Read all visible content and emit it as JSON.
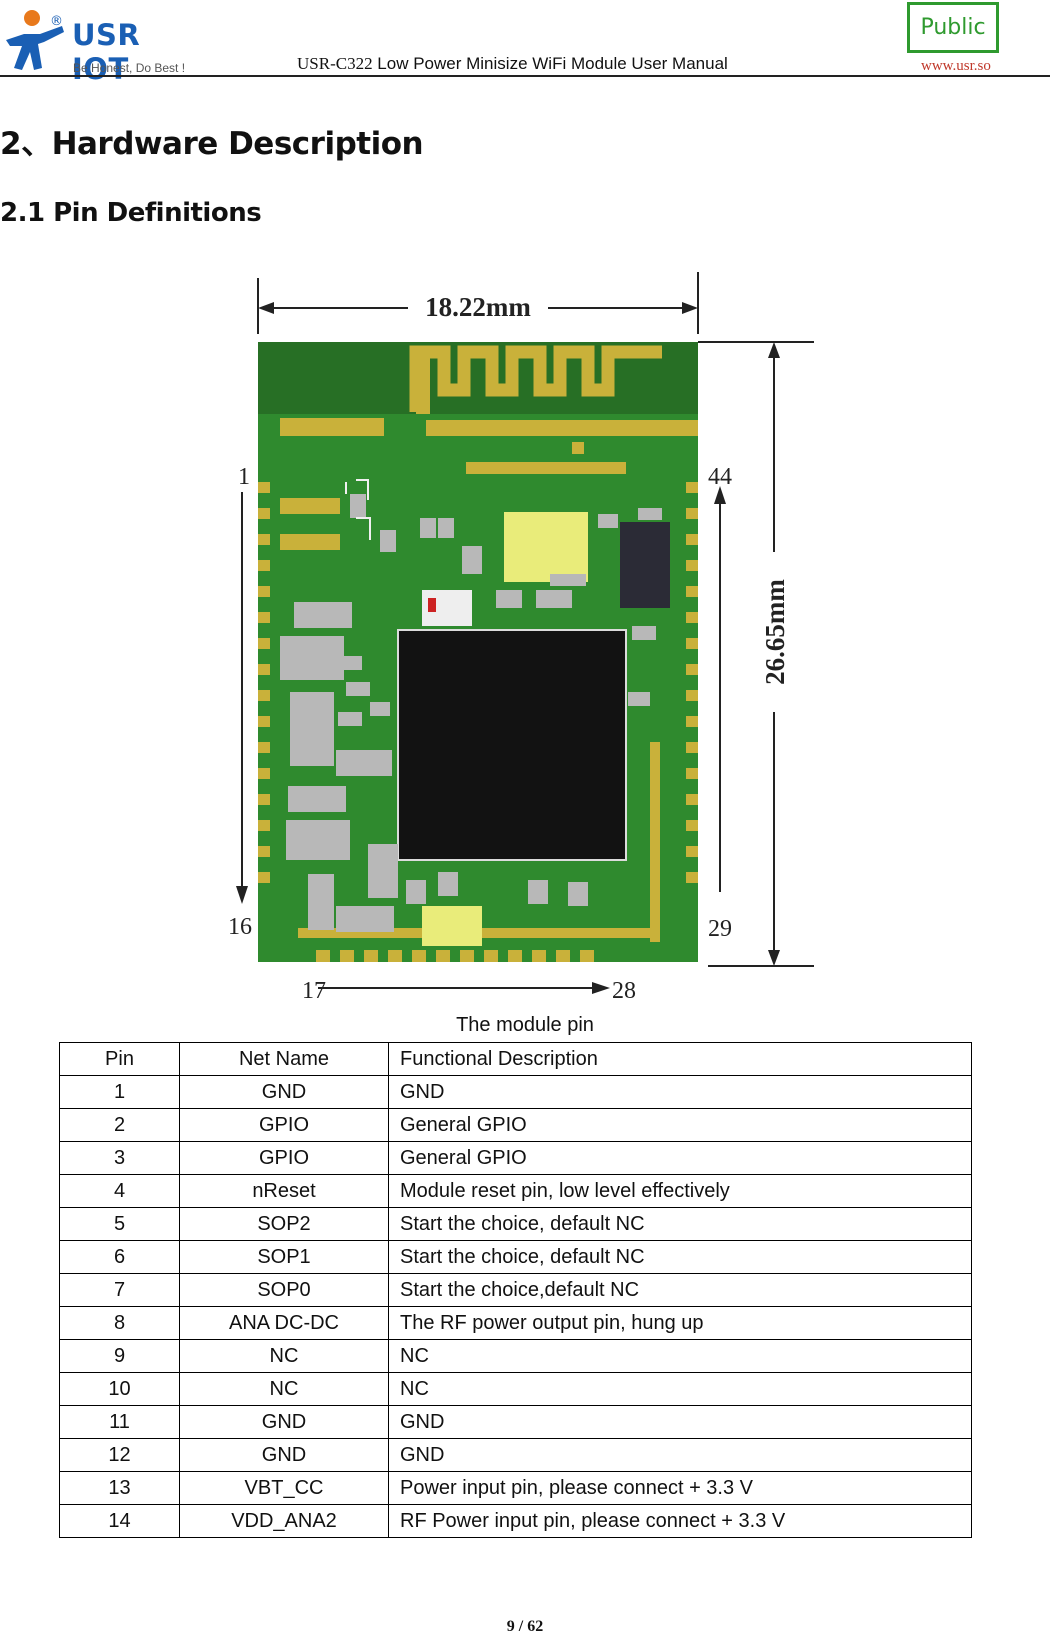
{
  "header": {
    "brand": "USR IOT",
    "registered": "®",
    "slogan": "Be Honest, Do Best !",
    "title_model": "USR-C322",
    "title_rest": " Low Power Minisize WiFi Module User Manual",
    "badge": "Public",
    "website": "www.usr.so"
  },
  "section": {
    "title": "2、Hardware Description"
  },
  "subsection": {
    "title": "2.1 Pin Definitions"
  },
  "figure": {
    "width_label": "18.22mm",
    "height_label": "26.65mm",
    "pin_labels": {
      "p1": "1",
      "p16": "16",
      "p17": "17",
      "p28": "28",
      "p29": "29",
      "p44": "44"
    },
    "caption": "The module pin",
    "colors": {
      "pcb": "#2f8a2e",
      "gold": "#c9b13a",
      "chip": "#121212",
      "pad": "#e9ec7a"
    }
  },
  "table": {
    "headers": [
      "Pin",
      "Net Name",
      "Functional Description"
    ],
    "rows": [
      [
        "1",
        "GND",
        "GND"
      ],
      [
        "2",
        "GPIO",
        "General GPIO"
      ],
      [
        "3",
        "GPIO",
        "General GPIO"
      ],
      [
        "4",
        "nReset",
        "Module reset pin, low level effectively"
      ],
      [
        "5",
        "SOP2",
        "Start the choice, default NC"
      ],
      [
        "6",
        "SOP1",
        "Start the choice, default NC"
      ],
      [
        "7",
        "SOP0",
        "Start the choice,default NC"
      ],
      [
        "8",
        "ANA DC-DC",
        "The RF power output pin, hung up"
      ],
      [
        "9",
        "NC",
        "NC"
      ],
      [
        "10",
        "NC",
        "NC"
      ],
      [
        "11",
        "GND",
        "GND"
      ],
      [
        "12",
        "GND",
        "GND"
      ],
      [
        "13",
        "VBT_CC",
        "Power input pin, please connect + 3.3 V"
      ],
      [
        "14",
        "VDD_ANA2",
        "RF Power input pin, please connect + 3.3 V"
      ]
    ]
  },
  "footer": {
    "page": "9 / 62"
  }
}
